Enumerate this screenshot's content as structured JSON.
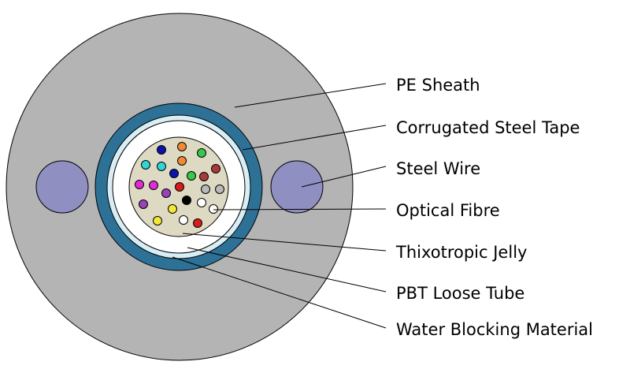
{
  "labels": {
    "pe_sheath": "PE Sheath",
    "corrugated_steel_tape": "Corrugated Steel Tape",
    "steel_wire": "Steel Wire",
    "optical_fibre": "Optical Fibre",
    "thixotropic_jelly": "Thixotropic Jelly",
    "pbt_loose_tube": "PBT Loose Tube",
    "water_blocking_material": "Water Blocking Material"
  },
  "colors": {
    "pe_sheath": "#b4b4b4",
    "steel_tape_outer": "#2e7196",
    "steel_tape_inner": "#d8eef4",
    "water_blocking": "#ffffff",
    "jelly": "#ddd9c3",
    "steel_wire": "#8f8fc2"
  },
  "fibre_colors": [
    "#0b13a8",
    "#f08a34",
    "#36c84a",
    "#30d6d6",
    "#f08a34",
    "#a83a3a",
    "#0b13a8",
    "#36c84a",
    "#a83a3a",
    "#e02bd6",
    "#e02bd6",
    "#9a42b8",
    "#d81b1b",
    "#000000",
    "#b9b9b9",
    "#b9b9b9",
    "#9a42b8",
    "#f2e83a",
    "#ffffff",
    "#ffffff",
    "#f2e83a",
    "#ffffff",
    "#d81b1b"
  ]
}
